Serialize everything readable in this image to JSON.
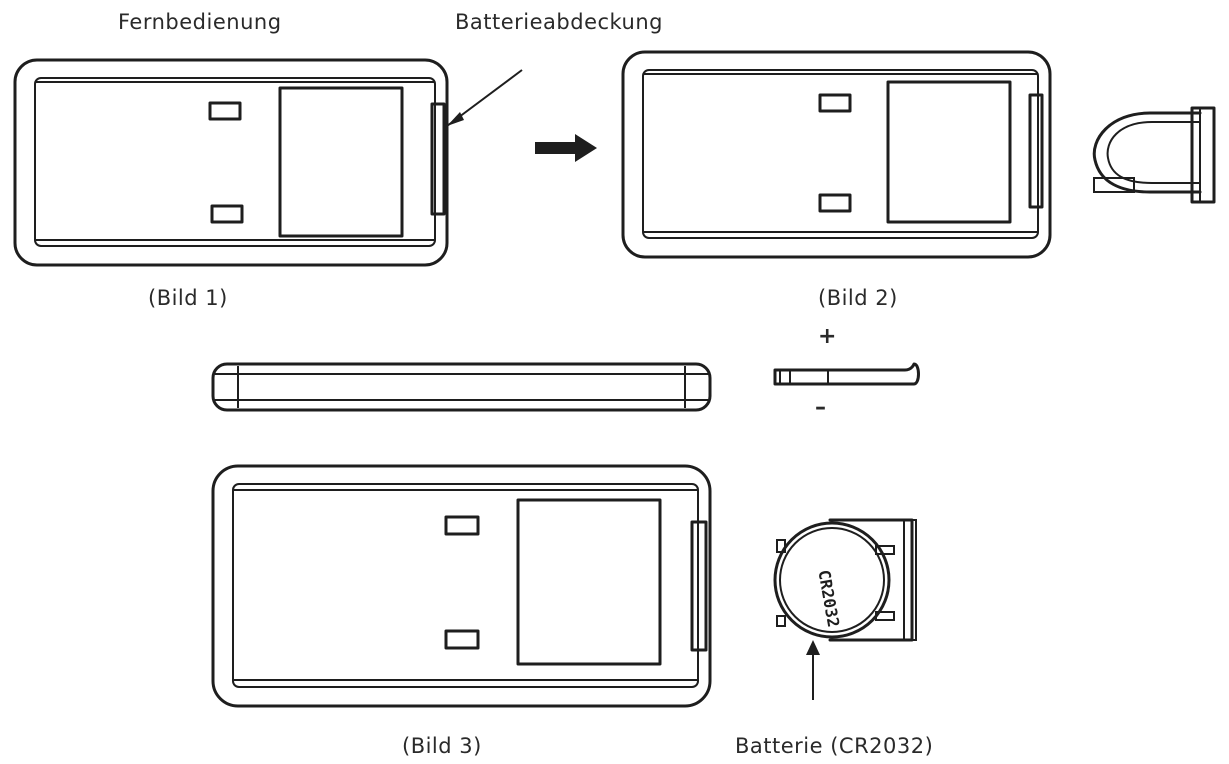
{
  "labels": {
    "remote": "Fernbedienung",
    "battery_cover": "Batterieabdeckung",
    "figure1": "(Bild 1)",
    "figure2": "(Bild 2)",
    "figure3": "(Bild 3)",
    "battery": "Batterie (CR2032)"
  },
  "polarity": {
    "plus": "+",
    "minus": "–"
  },
  "coin_print": "CR2032"
}
